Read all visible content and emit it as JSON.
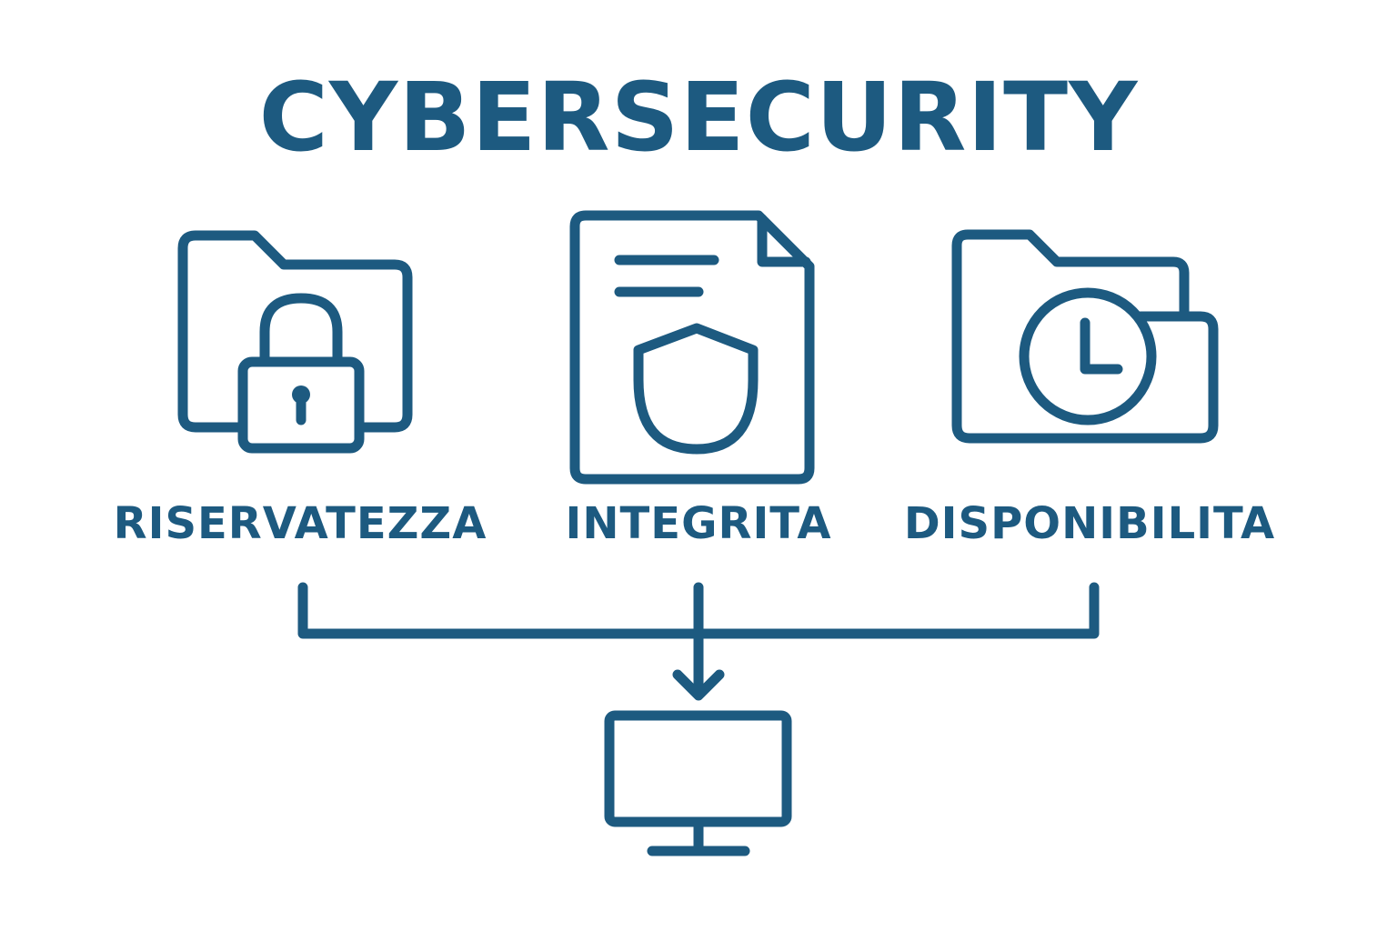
{
  "title": "CYBERSECURITY",
  "pillars": [
    {
      "label": "RISERVATEZZA",
      "icon": "locked-folder-icon"
    },
    {
      "label": "INTEGRITA",
      "icon": "shield-document-icon"
    },
    {
      "label": "DISPONIBILITA",
      "icon": "clock-folder-icon"
    }
  ],
  "target_icon": "computer-monitor-icon",
  "colors": {
    "primary": "#1d5a80",
    "background": "#ffffff"
  }
}
